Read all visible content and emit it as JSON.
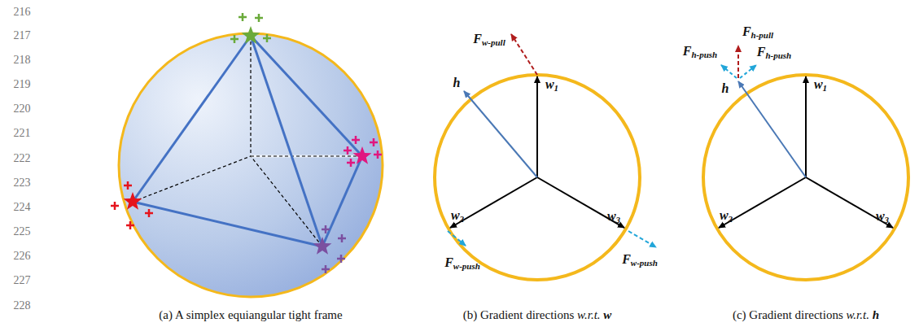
{
  "diagram": {
    "labels": [
      "216",
      "217",
      "218",
      "219",
      "220",
      "221",
      "222",
      "223",
      "224",
      "225",
      "226",
      "227",
      "228",
      "Fw-pull",
      "h",
      "w1",
      "w2",
      "w3",
      "Fw-push",
      "Fw-push",
      "Fh-pull",
      "Fh-push",
      "Fh-push",
      "h",
      "w1",
      "w2",
      "w3",
      "(a) A simplex equiangular tight frame",
      "(b) Gradient directions w.r.t. w",
      "(c) Gradient directions w.r.t. h"
    ]
  }
}
